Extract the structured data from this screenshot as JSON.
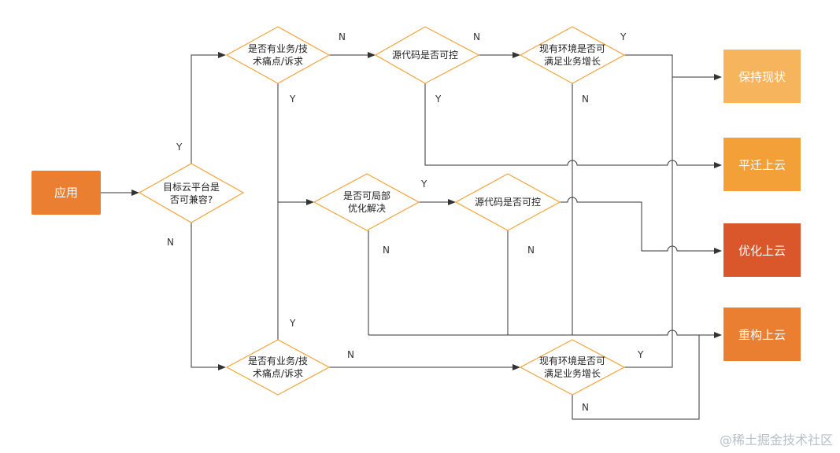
{
  "diagram": {
    "start": {
      "label": "应用"
    },
    "decisions": {
      "compat": {
        "line1": "目标云平台是",
        "line2": "否可兼容?"
      },
      "pain_top": {
        "line1": "是否有业务/技",
        "line2": "术痛点/诉求"
      },
      "src_top": {
        "line1": "源代码是否可控"
      },
      "env_top": {
        "line1": "现有环境是否可",
        "line2": "满足业务增长"
      },
      "local": {
        "line1": "是否可局部",
        "line2": "优化解决"
      },
      "src_mid": {
        "line1": "源代码是否可控"
      },
      "pain_bottom": {
        "line1": "是否有业务/技",
        "line2": "术痛点/诉求"
      },
      "env_bottom": {
        "line1": "现有环境是否可",
        "line2": "满足业务增长"
      }
    },
    "outcomes": [
      {
        "label": "保持现状",
        "color": "#f6b55c"
      },
      {
        "label": "平迁上云",
        "color": "#f4a038"
      },
      {
        "label": "优化上云",
        "color": "#d9572a"
      },
      {
        "label": "重构上云",
        "color": "#ea7f32"
      }
    ],
    "start_color": "#ea7f32",
    "diamond_stroke": "#f2a33a",
    "line_color": "#333333",
    "edge_labels": {
      "compat_yes": "Y",
      "compat_no": "N",
      "pain_top_no": "N",
      "pain_top_yes": "Y",
      "src_top_no": "N",
      "src_top_yes": "Y",
      "env_top_yes": "Y",
      "env_top_no": "N",
      "local_yes": "Y",
      "local_no": "N",
      "src_mid_no": "N",
      "pain_bottom_yes": "Y",
      "pain_bottom_no": "N",
      "env_bottom_yes": "Y",
      "env_bottom_no": "N"
    }
  },
  "watermark": "@稀土掘金技术社区"
}
